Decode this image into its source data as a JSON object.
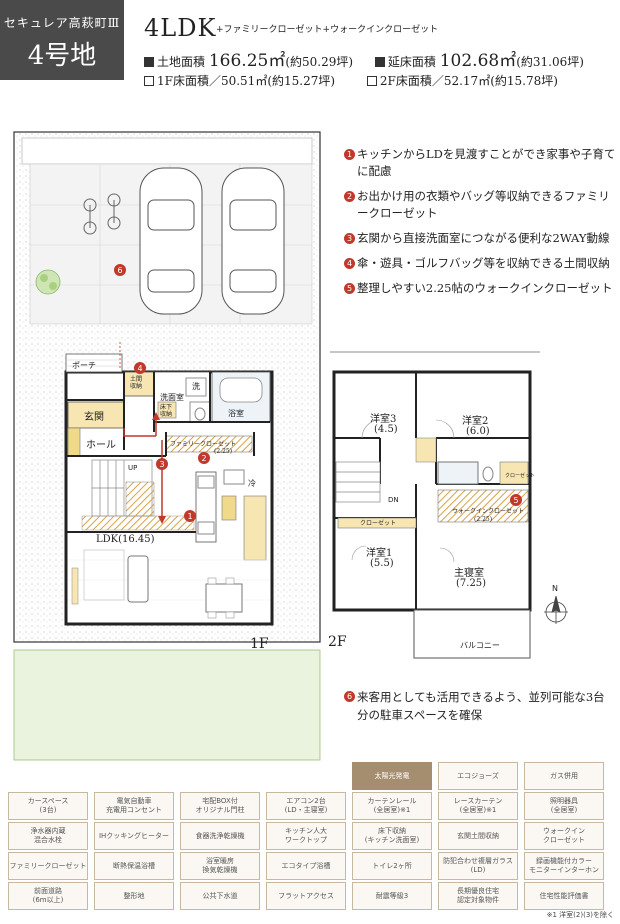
{
  "header": {
    "series": "セキュレア高萩町Ⅲ",
    "lot": "4号地",
    "plan_type": "4LDK",
    "plan_extra": "+ファミリークローゼット+ウォークインクローゼット"
  },
  "areas": {
    "land_label": "土地面積",
    "land_value": "166.25㎡",
    "land_tsubo": "(約50.29坪)",
    "floor_label": "延床面積",
    "floor_value": "102.68㎡",
    "floor_tsubo": "(約31.06坪)",
    "f1": "1F床面積／50.51㎡(約15.27坪)",
    "f2": "2F床面積／52.17㎡(約15.78坪)"
  },
  "features": [
    {
      "num": "1",
      "text": "キッチンからLDを見渡すことができ家事や子育てに配慮"
    },
    {
      "num": "2",
      "text": "お出かけ用の衣類やバッグ等収納できるファミリークローゼット"
    },
    {
      "num": "3",
      "text": "玄関から直接洗面室につながる便利な2WAY動線"
    },
    {
      "num": "4",
      "text": "傘・遊具・ゴルフバッグ等を収納できる土間収納"
    },
    {
      "num": "5",
      "text": "整理しやすい2.25帖のウォークインクローゼット"
    }
  ],
  "feature6": {
    "num": "6",
    "text": "来客用としても活用できるよう、並列可能な3台分の駐車スペースを確保"
  },
  "floor1": {
    "label": "1F",
    "porch": "ポーチ",
    "doma": "土間\n収納",
    "genkan": "玄関",
    "senmen": "洗面室",
    "sentaku": "洗",
    "yuka": "床下\n収納",
    "yokushitsu": "浴室",
    "hall": "ホール",
    "family_closet": "ファミリークローゼット",
    "fc_size": "(2.25)",
    "up": "UP",
    "rei": "冷",
    "ldk": "LDK(16.45)"
  },
  "floor2": {
    "label": "2F",
    "room3": "洋室3",
    "room3_size": "(4.5)",
    "room2": "洋室2",
    "room2_size": "(6.0)",
    "dn": "DN",
    "closet": "クローゼット",
    "wic": "ウォークインクローゼット",
    "wic_size": "(2.25)",
    "room1": "洋室1",
    "room1_size": "(5.5)",
    "master": "主寝室",
    "master_size": "(7.25)",
    "balcony": "バルコニー",
    "north": "N"
  },
  "equipment": [
    {
      "label": "太陽光発電",
      "on": true
    },
    {
      "label": "エコジョーズ",
      "on": false
    },
    {
      "label": "ガス併用",
      "on": false
    },
    {
      "label": "カースペース\n(3台)",
      "on": false
    },
    {
      "label": "電気自動車\n充電用コンセント",
      "on": false
    },
    {
      "label": "宅配BOX付\nオリジナル門柱",
      "on": false
    },
    {
      "label": "エアコン2台\n(LD・主寝室)",
      "on": false
    },
    {
      "label": "カーテンレール\n(全居室)※1",
      "on": false
    },
    {
      "label": "レースカーテン\n(全居室)※1",
      "on": false
    },
    {
      "label": "照明器具\n(全居室)",
      "on": false
    },
    {
      "label": "浄水器内蔵\n混合水栓",
      "on": false
    },
    {
      "label": "IHクッキングヒーター",
      "on": false
    },
    {
      "label": "食器洗浄乾燥機",
      "on": false
    },
    {
      "label": "キッチン人大\nワークトップ",
      "on": false
    },
    {
      "label": "床下収納\n(キッチン洗面室)",
      "on": false
    },
    {
      "label": "玄関土間収納",
      "on": false
    },
    {
      "label": "ウォークイン\nクローゼット",
      "on": false
    },
    {
      "label": "ファミリークローゼット",
      "on": false
    },
    {
      "label": "断熱保温浴槽",
      "on": false
    },
    {
      "label": "浴室暖房\n換気乾燥機",
      "on": false
    },
    {
      "label": "エコタイプ浴槽",
      "on": false
    },
    {
      "label": "トイレ2ヶ所",
      "on": false
    },
    {
      "label": "防犯合わせ複層ガラス\n(LD)",
      "on": false
    },
    {
      "label": "録画機能付カラー\nモニターインターホン",
      "on": false
    },
    {
      "label": "前面道路\n(6m以上)",
      "on": false
    },
    {
      "label": "整形地",
      "on": false
    },
    {
      "label": "公共下水道",
      "on": false
    },
    {
      "label": "フラットアクセス",
      "on": false
    },
    {
      "label": "耐震等級3",
      "on": false
    },
    {
      "label": "長期優良住宅\n認定対象物件",
      "on": false
    },
    {
      "label": "住宅性能評価書",
      "on": false
    }
  ],
  "footnote": "※1 洋室(2)(3)を除く"
}
